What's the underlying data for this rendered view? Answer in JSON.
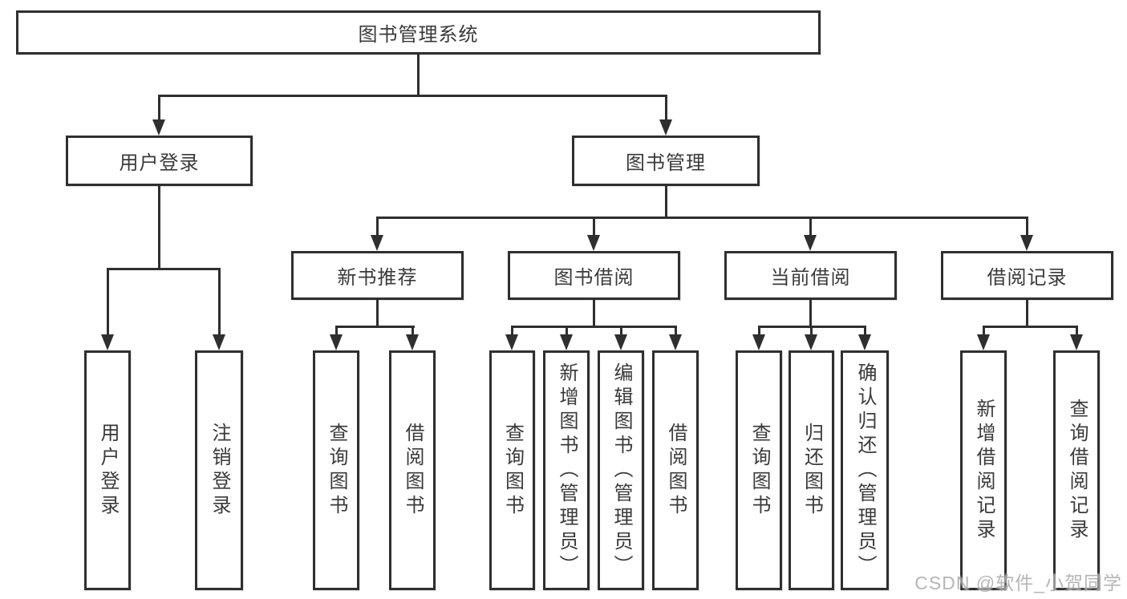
{
  "diagram": {
    "title": "图书管理系统",
    "level2": [
      {
        "label": "用户登录"
      },
      {
        "label": "图书管理"
      }
    ],
    "level3": [
      {
        "label": "新书推荐"
      },
      {
        "label": "图书借阅"
      },
      {
        "label": "当前借阅"
      },
      {
        "label": "借阅记录"
      }
    ],
    "leaves": {
      "user_login": [
        {
          "label": "用户登录"
        },
        {
          "label": "注销登录"
        }
      ],
      "new_book_recommend": [
        {
          "label": "查询图书"
        },
        {
          "label": "借阅图书"
        }
      ],
      "book_borrow": [
        {
          "label": "查询图书"
        },
        {
          "label": "新增图书（管理员）"
        },
        {
          "label": "编辑图书（管理员）"
        },
        {
          "label": "借阅图书"
        }
      ],
      "current_borrow": [
        {
          "label": "查询图书"
        },
        {
          "label": "归还图书"
        },
        {
          "label": "确认归还（管理员）"
        }
      ],
      "borrow_record": [
        {
          "label": "新增借阅记录"
        },
        {
          "label": "查询借阅记录"
        }
      ]
    },
    "watermark": "CSDN @软件_小贺同学"
  },
  "colors": {
    "line": "#2f2f2f",
    "text": "#3a3a3a",
    "background": "#ffffff",
    "watermark": "#aaaaaa"
  }
}
